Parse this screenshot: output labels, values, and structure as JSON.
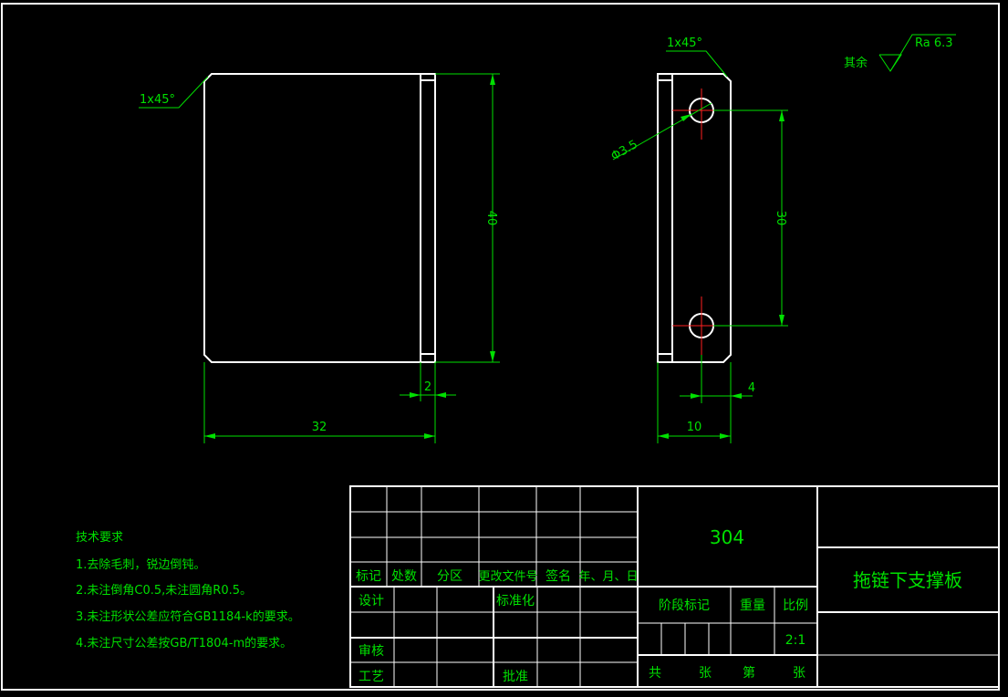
{
  "colors": {
    "geometry": "#ffffff",
    "annotation": "#00e000",
    "centerline": "#ff2020",
    "background": "#000000"
  },
  "dimensions": {
    "chamfer_front": "1x45°",
    "chamfer_side": "1x45°",
    "height": "40",
    "step": "2",
    "width_front": "32",
    "hole_diameter": "Φ3.5",
    "hole_spacing": "30",
    "recess": "4",
    "thickness": "10"
  },
  "roughness": {
    "label": "其余",
    "value": "Ra 6.3"
  },
  "notes": {
    "title": "技术要求",
    "items": [
      "1.去除毛刺，锐边倒钝。",
      "2.未注倒角C0.5,未注圆角R0.5。",
      "3.未注形状公差应符合GB1184-k的要求。",
      "4.未注尺寸公差按GB/T1804-m的要求。"
    ]
  },
  "title_block": {
    "material": "304",
    "part_name": "拖链下支撑板",
    "rev_headers": [
      "标记",
      "处数",
      "分区",
      "更改文件号",
      "签名",
      "年、月、日"
    ],
    "design": "设计",
    "standardize": "标准化",
    "review": "审核",
    "process": "工艺",
    "approve": "批准",
    "stage_mark": "阶段标记",
    "weight": "重量",
    "scale_label": "比例",
    "scale": "2:1",
    "sheet_total": "共",
    "sheet_unit1": "张",
    "sheet_no": "第",
    "sheet_unit2": "张"
  }
}
